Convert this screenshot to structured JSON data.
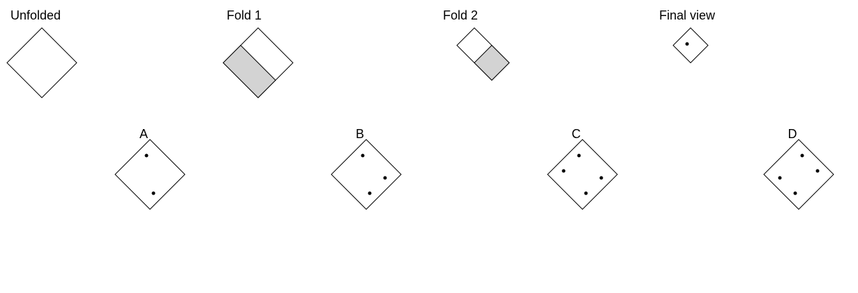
{
  "steps": [
    {
      "label": "Unfolded"
    },
    {
      "label": "Fold 1"
    },
    {
      "label": "Fold 2"
    },
    {
      "label": "Final view"
    }
  ],
  "options": [
    {
      "label": "A",
      "holes": 2
    },
    {
      "label": "B",
      "holes": 3
    },
    {
      "label": "C",
      "holes": 4
    },
    {
      "label": "D",
      "holes": 4
    }
  ],
  "colors": {
    "stroke": "#000000",
    "paper": "#ffffff",
    "folded_shade": "#d3d3d3",
    "hole": "#000000"
  }
}
